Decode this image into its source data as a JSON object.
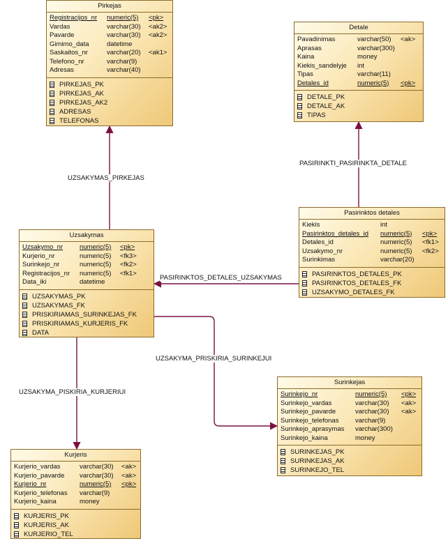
{
  "entities": {
    "pirkejas": {
      "title": "Pirkejas",
      "attrs": [
        {
          "name": "Registracijos_nr",
          "type": "numeric(5)",
          "key": "<pk>",
          "pk": true
        },
        {
          "name": "Vardas",
          "type": "varchar(30)",
          "key": "<ak2>"
        },
        {
          "name": "Pavarde",
          "type": "varchar(30)",
          "key": "<ak2>"
        },
        {
          "name": "Gimimo_data",
          "type": "datetime",
          "key": ""
        },
        {
          "name": "Saskaitos_nr",
          "type": "varchar(20)",
          "key": "<ak1>"
        },
        {
          "name": "Telefono_nr",
          "type": "varchar(9)",
          "key": ""
        },
        {
          "name": "Adresas",
          "type": "varchar(40)",
          "key": ""
        }
      ],
      "keys": [
        "PIRKEJAS_PK",
        "PIRKEJAS_AK",
        "PIRKEJAS_AK2",
        "ADRESAS",
        "TELEFONAS"
      ]
    },
    "detale": {
      "title": "Detale",
      "attrs": [
        {
          "name": "Pavadinimas",
          "type": "varchar(50)",
          "key": "<ak>"
        },
        {
          "name": "Aprasas",
          "type": "varchar(300)",
          "key": ""
        },
        {
          "name": "Kaina",
          "type": "money",
          "key": ""
        },
        {
          "name": "Kiekis_sandelyje",
          "type": "int",
          "key": ""
        },
        {
          "name": "Tipas",
          "type": "varchar(11)",
          "key": ""
        },
        {
          "name": "Detales_id",
          "type": "numeric(5)",
          "key": "<pk>",
          "pk": true
        }
      ],
      "keys": [
        "DETALE_PK",
        "DETALE_AK",
        "TIPAS"
      ]
    },
    "pasirinktos": {
      "title": "Pasirinktos detales",
      "attrs": [
        {
          "name": "Kiekis",
          "type": "int",
          "key": ""
        },
        {
          "name": "Pasirinktos_detales_id",
          "type": "numeric(5)",
          "key": "<pk>",
          "pk": true
        },
        {
          "name": "Detales_id",
          "type": "numeric(5)",
          "key": "<fk1>"
        },
        {
          "name": "Uzsakymo_nr",
          "type": "numeric(5)",
          "key": "<fk2>"
        },
        {
          "name": "Surinkimas",
          "type": "varchar(20)",
          "key": ""
        }
      ],
      "keys": [
        "PASIRINKTOS_DETALES_PK",
        "PASIRINKTOS_DETALES_FK",
        "UZSAKYMO_DETALES_FK"
      ]
    },
    "uzsakymas": {
      "title": "Uzsakymas",
      "attrs": [
        {
          "name": "Uzsakymo_nr",
          "type": "numeric(5)",
          "key": "<pk>",
          "pk": true
        },
        {
          "name": "Kurjerio_nr",
          "type": "numeric(5)",
          "key": "<fk3>"
        },
        {
          "name": "Surinkejo_nr",
          "type": "numeric(5)",
          "key": "<fk2>"
        },
        {
          "name": "Registracijos_nr",
          "type": "numeric(5)",
          "key": "<fk1>"
        },
        {
          "name": "Data_iki",
          "type": "datetime",
          "key": ""
        }
      ],
      "keys": [
        "UZSAKYMAS_PK",
        "UZSAKYMAS_FK",
        "PRISKIRIAMAS_SURINKEJAS_FK",
        "PRISKIRIAMAS_KURJERIS_FK",
        "DATA"
      ]
    },
    "surinkejas": {
      "title": "Surinkejas",
      "attrs": [
        {
          "name": "Surinkejo_nr",
          "type": "numeric(5)",
          "key": "<pk>",
          "pk": true
        },
        {
          "name": "Surinkejo_vardas",
          "type": "varchar(30)",
          "key": "<ak>"
        },
        {
          "name": "Surinkejo_pavarde",
          "type": "varchar(30)",
          "key": "<ak>"
        },
        {
          "name": "Surinkejo_telefonas",
          "type": "varchar(9)",
          "key": ""
        },
        {
          "name": "Surinkejo_aprasymas",
          "type": "varchar(300)",
          "key": ""
        },
        {
          "name": "Surinkejo_kaina",
          "type": "money",
          "key": ""
        }
      ],
      "keys": [
        "SURINKEJAS_PK",
        "SURINKEJAS_AK",
        "SURINKEJO_TEL"
      ]
    },
    "kurjeris": {
      "title": "Kurjeris",
      "attrs": [
        {
          "name": "Kurjerio_vardas",
          "type": "varchar(30)",
          "key": "<ak>"
        },
        {
          "name": "Kurjerio_pavarde",
          "type": "varchar(30)",
          "key": "<ak>"
        },
        {
          "name": "Kurjerio_nr",
          "type": "numeric(5)",
          "key": "<pk>",
          "pk": true
        },
        {
          "name": "Kurjerio_telefonas",
          "type": "varchar(9)",
          "key": ""
        },
        {
          "name": "Kurjerio_kaina",
          "type": "money",
          "key": ""
        }
      ],
      "keys": [
        "KURJERIS_PK",
        "KURJERIS_AK",
        "KURJERIO_TEL"
      ]
    }
  },
  "relationships": {
    "uzsakymas_pirkejas": "UZSAKYMAS_PIRKEJAS",
    "pasirinkti_detale": "PASIRINKTI_PASIRINKTA_DETALE",
    "detales_uzsakymas": "PASIRINKTOS_DETALES_UZSAKYMAS",
    "priskiria_surinkejui": "UZSAKYMA_PRISKIRIA_SURINKEJUI",
    "priskiria_kurjeriui": "UZSAKYMA_PISKIRIA_KURJERIUI"
  },
  "colors": {
    "relationship_line": "#7a1040",
    "entity_border": "#8a6a2a"
  }
}
